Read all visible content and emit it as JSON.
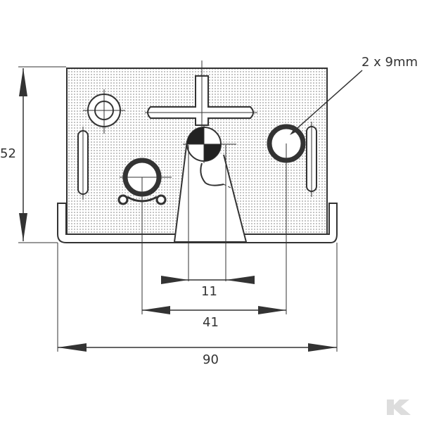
{
  "labels": {
    "hole_note": "2 x 9mm",
    "height": "52",
    "dim_inner": "11",
    "dim_mid": "41",
    "dim_width": "90"
  },
  "colors": {
    "line": "#333333",
    "dot_fill": "#c8c8c8",
    "background": "#ffffff",
    "watermark": "#dddddd"
  },
  "watermark_logo": "K"
}
